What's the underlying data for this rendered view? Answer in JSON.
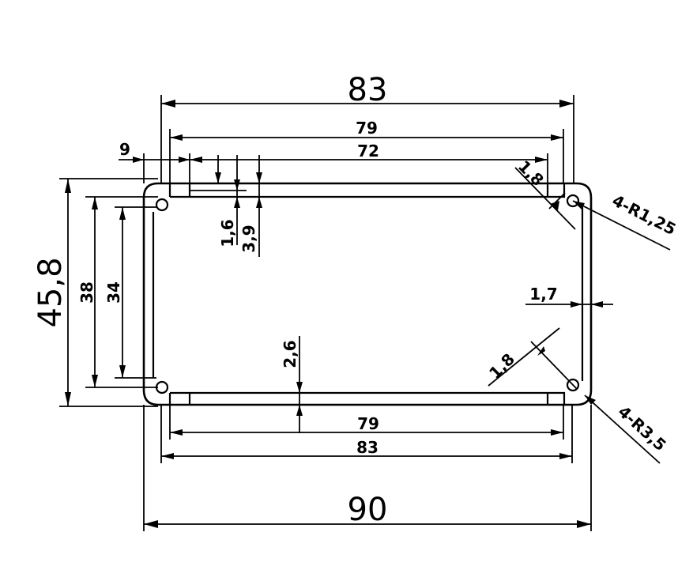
{
  "drawing": {
    "dimensions": {
      "width_outer_top": "83",
      "width_inner_top": "79",
      "width_slot_span": "72",
      "slot_offset": "9",
      "height_total": "45,8",
      "height_inner": "38",
      "height_cavity": "34",
      "slot_depth": "1,6",
      "slot_height": "3,9",
      "corner_gap_top": "1,8",
      "corner_radius_small": "4-R1,25",
      "wall_thickness": "1,7",
      "corner_gap_bottom": "1,8",
      "bottom_thickness": "2,6",
      "corner_radius_large": "4-R3,5",
      "width_inner_bottom": "79",
      "width_outer_bottom": "83",
      "width_total": "90"
    }
  }
}
